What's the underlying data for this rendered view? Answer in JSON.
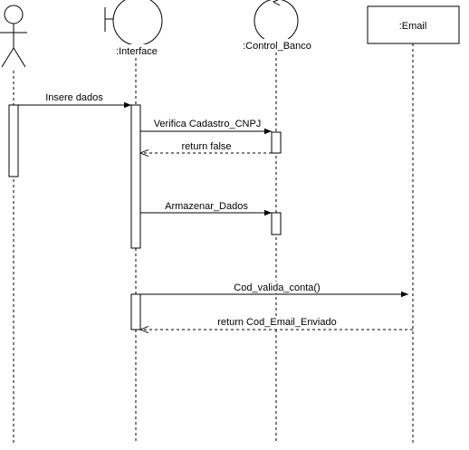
{
  "lifelines": {
    "interface": {
      "label": ":Interface"
    },
    "control": {
      "label": ":Control_Banco"
    },
    "email": {
      "label": ":Email"
    }
  },
  "messages": {
    "m1": {
      "label": "Insere dados"
    },
    "m2": {
      "label": "Verifica Cadastro_CNPJ"
    },
    "m3": {
      "label": "return false"
    },
    "m4": {
      "label": "Armazenar_Dados"
    },
    "m5": {
      "label": "Cod_valida_conta()"
    },
    "m6": {
      "label": "return Cod_Email_Enviado"
    }
  },
  "colors": {
    "stroke": "#000000",
    "background": "#ffffff"
  }
}
